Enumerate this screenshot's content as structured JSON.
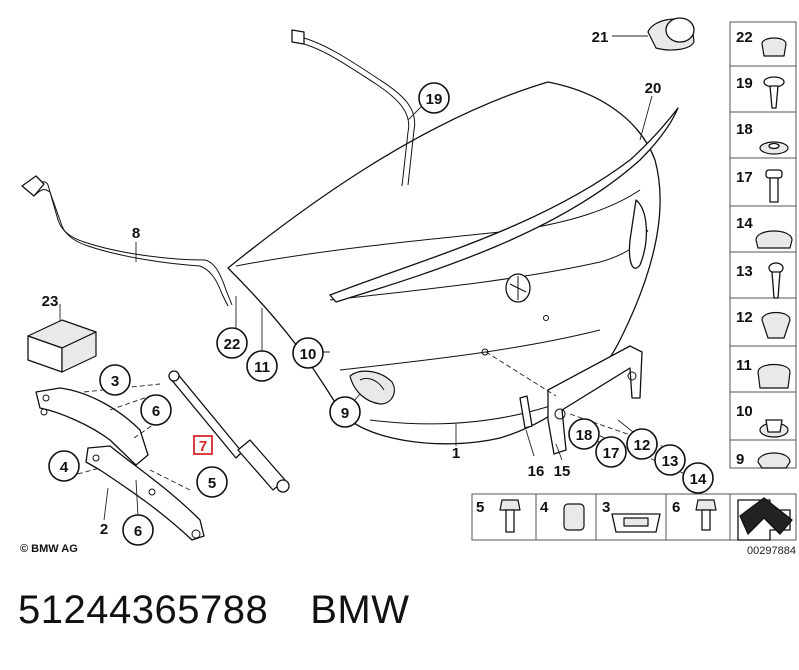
{
  "callouts": {
    "c1": "1",
    "c2": "2",
    "c3": "3",
    "c4": "4",
    "c5": "5",
    "c6": "6",
    "c7": "7",
    "c8": "8",
    "c9": "9",
    "c10": "10",
    "c11": "11",
    "c12": "12",
    "c13": "13",
    "c14": "14",
    "c15": "15",
    "c16": "16",
    "c17": "17",
    "c18": "18",
    "c19": "19",
    "c20": "20",
    "c21": "21",
    "c22": "22",
    "c23": "23"
  },
  "legend_right": {
    "r22": "22",
    "r19": "19",
    "r18": "18",
    "r17": "17",
    "r14": "14",
    "r13": "13",
    "r12": "12",
    "r11": "11",
    "r10": "10",
    "r9": "9"
  },
  "legend_bottom": {
    "b5": "5",
    "b4": "4",
    "b3": "3",
    "b6": "6"
  },
  "copyright": "© BMW AG",
  "diagram_ref": "00297884",
  "highlight_color": "#d6282b",
  "caption": {
    "part_number": "51244365788",
    "brand": "BMW"
  }
}
